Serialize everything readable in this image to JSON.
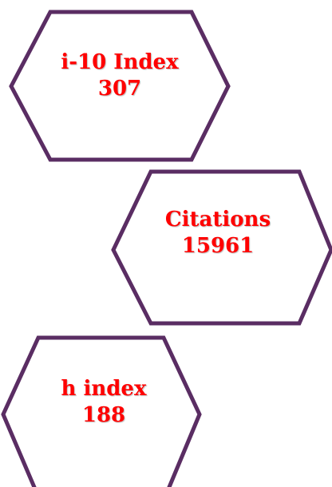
{
  "colors": {
    "outline": "#5a2d63",
    "text": "#ff0000",
    "background": "#ffffff"
  },
  "stats": [
    {
      "label": "i-10 Index",
      "value": "307"
    },
    {
      "label": "Citations",
      "value": "15961"
    },
    {
      "label": "h index",
      "value": "188"
    }
  ]
}
